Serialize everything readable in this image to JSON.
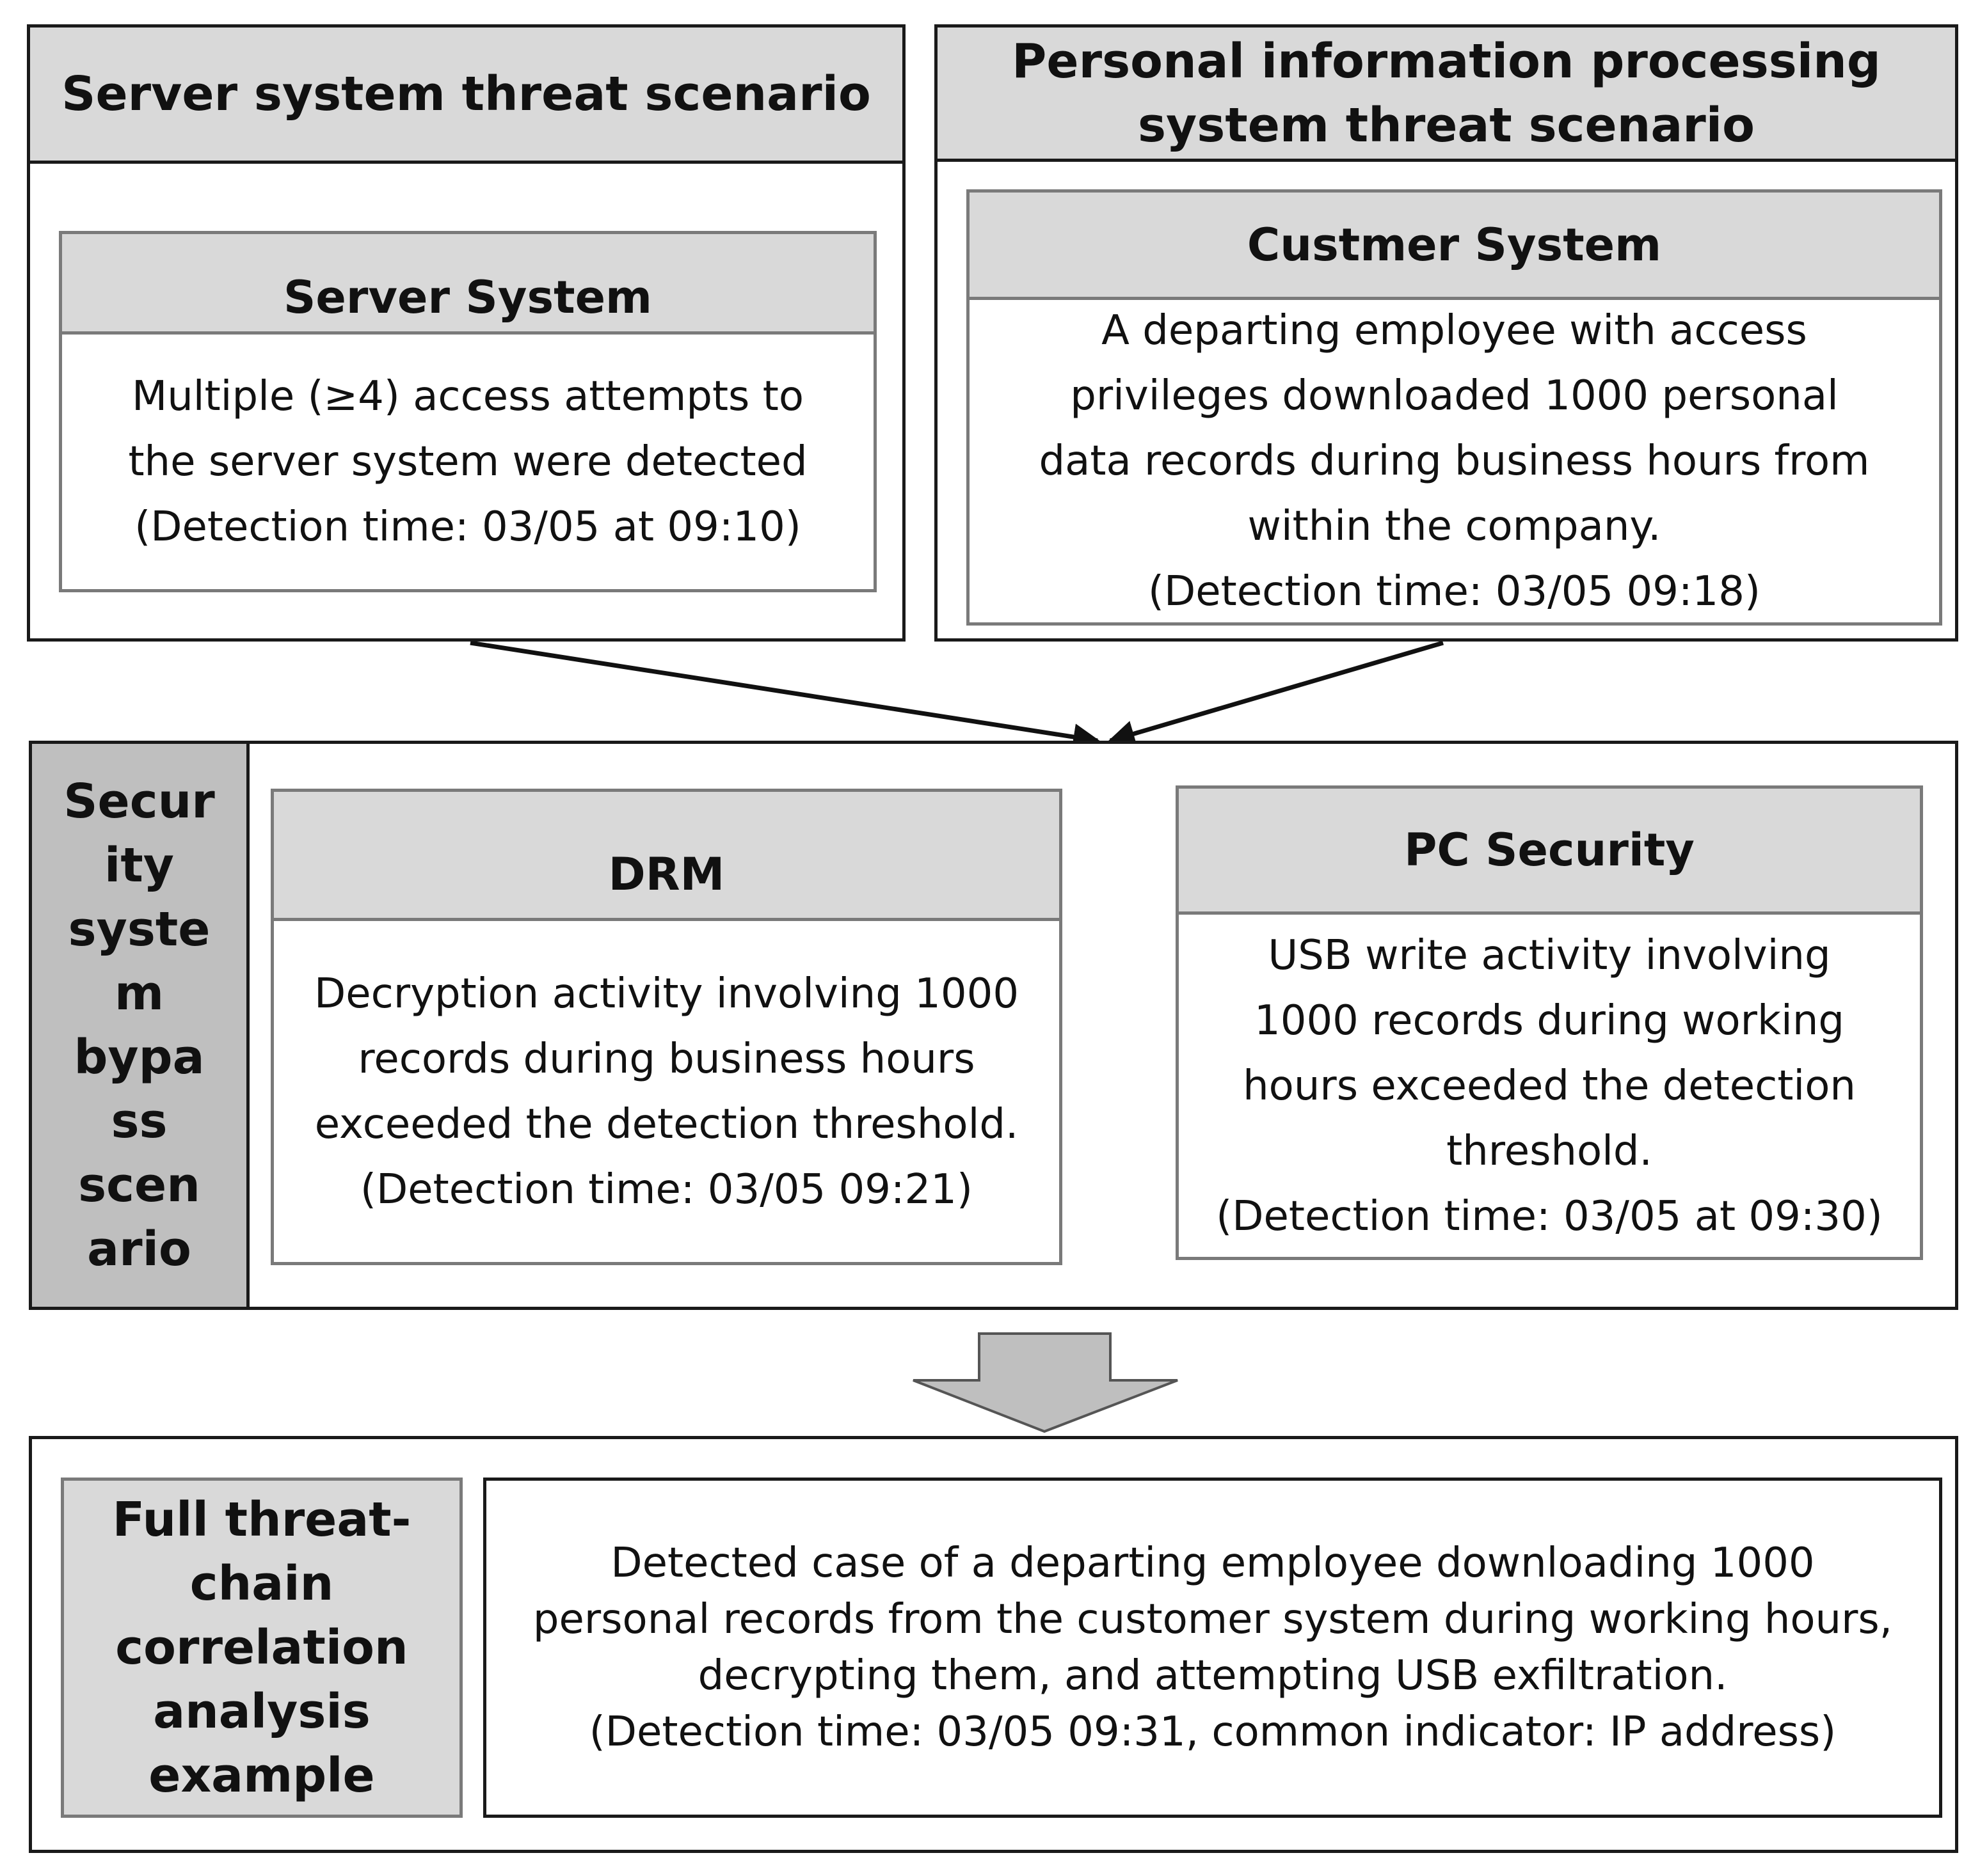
{
  "server_scenario": {
    "title": "Server system threat scenario",
    "system_name": "Server System",
    "lines": [
      "Multiple (≥4) access attempts to",
      "the server system were detected",
      "(Detection time: 03/05 at 09:10)"
    ]
  },
  "personal_scenario": {
    "title_lines": [
      "Personal information processing",
      "system threat scenario"
    ],
    "system_name": "Custmer System",
    "lines": [
      "A departing employee with access",
      "privileges downloaded 1000  personal",
      "data records during business hours from",
      "within the company.",
      "(Detection time: 03/05 09:18)"
    ]
  },
  "bypass_scenario": {
    "label_lines": [
      "Secur",
      "ity",
      "syste",
      "m",
      "bypa",
      "ss",
      "scen",
      "ario"
    ],
    "drm": {
      "name": "DRM",
      "lines": [
        "Decryption activity involving 1000",
        "records during business hours",
        "exceeded the detection threshold.",
        "(Detection time: 03/05 09:21)"
      ]
    },
    "pc_security": {
      "name": "PC Security",
      "lines": [
        "USB  write activity involving",
        "1000  records during working",
        "hours exceeded the detection",
        "threshold.",
        "(Detection time: 03/05 at 09:30)"
      ]
    }
  },
  "correlation": {
    "label_lines": [
      "Full threat-",
      "chain",
      "correlation",
      "analysis",
      "example"
    ],
    "lines": [
      "Detected case of a departing employee downloading 1000",
      "personal records from the customer system during working hours,",
      "decrypting them, and attempting USB exfiltration.",
      "(Detection time: 03/05 09:31, common indicator: IP address)"
    ]
  },
  "colors": {
    "outer_border": "#1a1a1a",
    "inner_border": "#7a7a7a",
    "header_fill": "#d9d9d9",
    "side_label_fill": "#bfbfbf",
    "big_arrow_fill": "#bfbfbf"
  }
}
